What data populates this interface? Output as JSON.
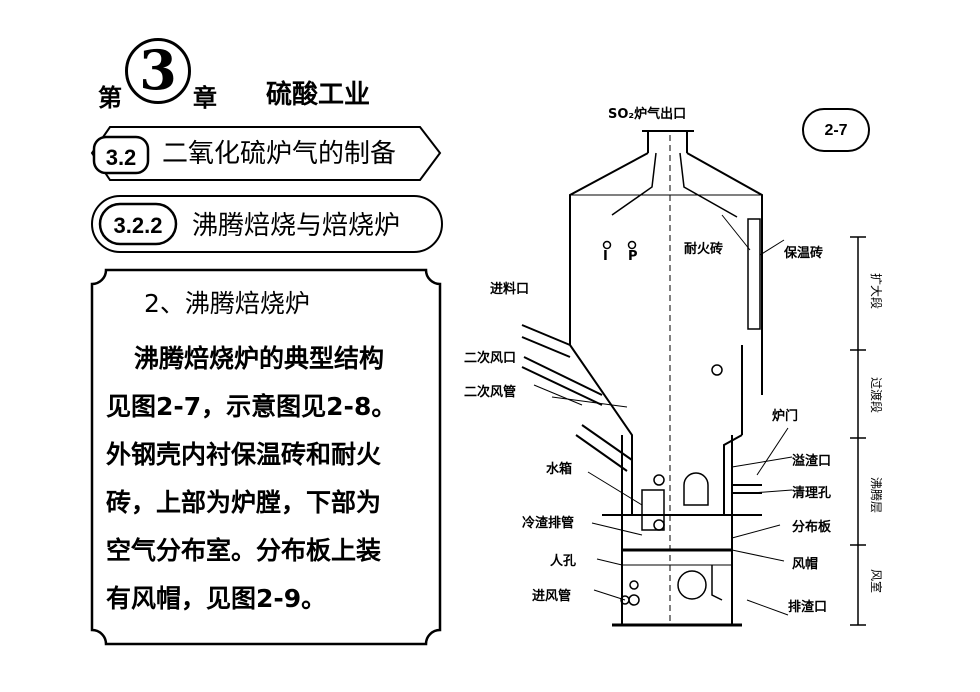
{
  "header": {
    "chapter_prefix": "第",
    "chapter_number": "3",
    "chapter_suffix": "章",
    "chapter_title": "硫酸工业"
  },
  "section": {
    "number": "3.2",
    "title": "二氧化硫炉气的制备"
  },
  "subsection": {
    "number": "3.2.2",
    "title": "沸腾焙烧与焙烧炉"
  },
  "content": {
    "heading": "2、沸腾焙烧炉",
    "lines": [
      "沸腾焙烧炉的典型结构",
      "见图2-7，示意图见2-8。",
      "外钢壳内衬保温砖和耐火",
      "砖，上部为炉膛，下部为",
      "空气分布室。分布板上装",
      "有风帽，见图2-9。"
    ]
  },
  "figure": {
    "badge": "2-7",
    "labels": {
      "outlet": "SO₂炉气出口",
      "i_mark": "I",
      "p_mark": "P",
      "firebrick": "耐火砖",
      "insulation": "保温砖",
      "feed_port": "进料口",
      "secondary_air_port": "二次风口",
      "secondary_air_pipe": "二次风管",
      "furnace_door": "炉门",
      "water_tank": "水箱",
      "overflow_port": "溢渣口",
      "cleaning_hole": "清理孔",
      "cold_slag_pipe": "冷渣排管",
      "distributor_plate": "分布板",
      "manhole": "人孔",
      "air_cap": "风帽",
      "air_inlet_pipe": "进风管",
      "slag_outlet": "排渣口"
    },
    "zones": {
      "expansion": "扩大段",
      "transition": "过渡段",
      "fluidized": "沸腾层",
      "windbox": "风室"
    }
  }
}
